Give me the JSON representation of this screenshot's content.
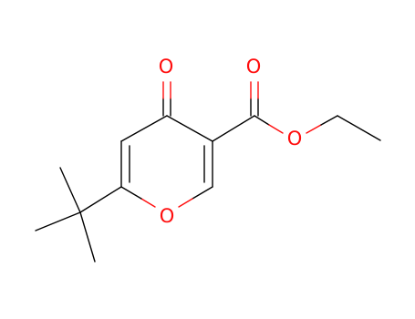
{
  "molecule": {
    "atoms": {
      "carbonyl_o": {
        "symbol": "O",
        "color": "#ff0d0d"
      },
      "ester_carbonyl_o": {
        "symbol": "O",
        "color": "#ff0d0d"
      },
      "ester_o": {
        "symbol": "O",
        "color": "#ff0d0d"
      },
      "ring_o": {
        "symbol": "O",
        "color": "#ff0d0d"
      }
    },
    "bond_color": "#000000"
  }
}
